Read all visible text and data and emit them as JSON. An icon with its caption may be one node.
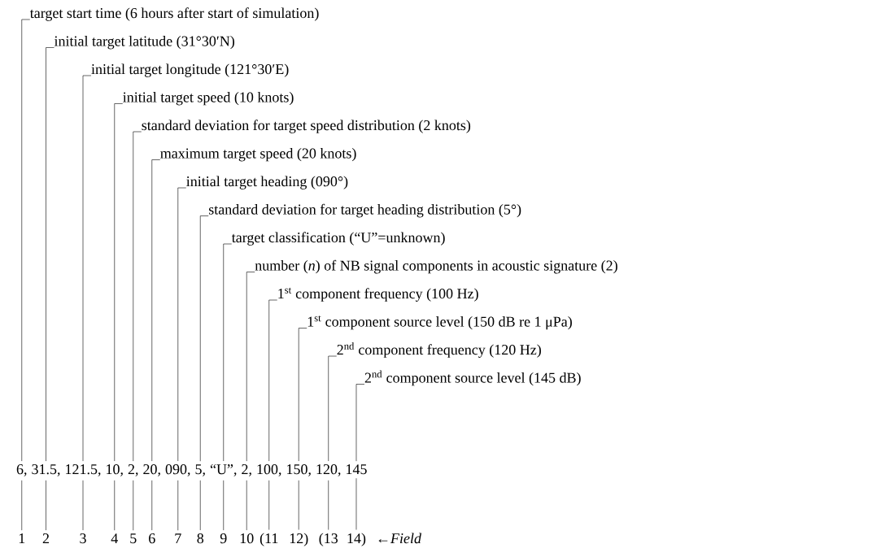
{
  "diagram": {
    "nodes": [
      {
        "text": [
          "target start time (6 hours after start of simulation)"
        ]
      },
      {
        "text": [
          "initial target latitude (31°30′N)"
        ]
      },
      {
        "text": [
          "initial target longitude (121°30′E)"
        ]
      },
      {
        "text": [
          "initial target speed (10 knots)"
        ]
      },
      {
        "text": [
          "standard deviation for target speed distribution (2 knots)"
        ]
      },
      {
        "text": [
          "maximum target speed (20 knots)"
        ]
      },
      {
        "text": [
          "initial target heading (090°)"
        ]
      },
      {
        "text": [
          "standard deviation for target heading distribution (5°)"
        ]
      },
      {
        "text": [
          "target classification (“U”=unknown)"
        ]
      },
      {
        "text": [
          "number (*n*) of NB signal components in acoustic signature (2)"
        ]
      },
      {
        "text": [
          "1$^{st}$ component frequency (100 Hz)"
        ]
      },
      {
        "text": [
          "1$^{st}$ component source level (150 dB re 1 μPa)"
        ]
      },
      {
        "text": [
          "2$^{nd}$ component frequency (120 Hz)"
        ]
      },
      {
        "text": [
          "2$^{nd}$ component source level (145 dB)"
        ]
      },
      {
        "text": [
          "6,"
        ]
      },
      {
        "text": [
          "31.5,"
        ]
      },
      {
        "text": [
          "121.5,"
        ]
      },
      {
        "text": [
          "10,"
        ]
      },
      {
        "text": [
          "2,"
        ]
      },
      {
        "text": [
          "20,"
        ]
      },
      {
        "text": [
          "090,"
        ]
      },
      {
        "text": [
          "5,"
        ]
      },
      {
        "text": [
          "“U”,"
        ]
      },
      {
        "text": [
          "2,"
        ]
      },
      {
        "text": [
          "100,"
        ]
      },
      {
        "text": [
          "150,"
        ]
      },
      {
        "text": [
          "120,"
        ]
      },
      {
        "text": [
          "145"
        ]
      },
      {
        "text": [
          "1"
        ]
      },
      {
        "text": [
          "2"
        ]
      },
      {
        "text": [
          "3"
        ]
      },
      {
        "text": [
          "4"
        ]
      },
      {
        "text": [
          "5"
        ]
      },
      {
        "text": [
          "6"
        ]
      },
      {
        "text": [
          "7"
        ]
      },
      {
        "text": [
          "8"
        ]
      },
      {
        "text": [
          "9"
        ]
      },
      {
        "text": [
          "10"
        ]
      },
      {
        "text": [
          "(11"
        ]
      },
      {
        "text": [
          "12)"
        ]
      },
      {
        "text": [
          "(13"
        ]
      },
      {
        "text": [
          "14)"
        ]
      }
    ],
    "edges": [
      {
        "from": 0,
        "to": 14,
        "arrow": "none"
      },
      {
        "from": 1,
        "to": 15,
        "arrow": "none"
      },
      {
        "from": 2,
        "to": 16,
        "arrow": "none"
      },
      {
        "from": 3,
        "to": 17,
        "arrow": "none"
      },
      {
        "from": 4,
        "to": 18,
        "arrow": "none"
      },
      {
        "from": 5,
        "to": 19,
        "arrow": "none"
      },
      {
        "from": 6,
        "to": 20,
        "arrow": "none"
      },
      {
        "from": 7,
        "to": 21,
        "arrow": "none"
      },
      {
        "from": 8,
        "to": 22,
        "arrow": "none"
      },
      {
        "from": 9,
        "to": 23,
        "arrow": "none"
      },
      {
        "from": 10,
        "to": 24,
        "arrow": "none"
      },
      {
        "from": 11,
        "to": 25,
        "arrow": "none"
      },
      {
        "from": 12,
        "to": 26,
        "arrow": "none"
      },
      {
        "from": 13,
        "to": 27,
        "arrow": "none"
      },
      {
        "from": 14,
        "to": 28,
        "arrow": "none"
      },
      {
        "from": 15,
        "to": 29,
        "arrow": "none"
      },
      {
        "from": 16,
        "to": 30,
        "arrow": "none"
      },
      {
        "from": 17,
        "to": 31,
        "arrow": "none"
      },
      {
        "from": 18,
        "to": 32,
        "arrow": "none"
      },
      {
        "from": 19,
        "to": 33,
        "arrow": "none"
      },
      {
        "from": 20,
        "to": 34,
        "arrow": "none"
      },
      {
        "from": 21,
        "to": 35,
        "arrow": "none"
      },
      {
        "from": 22,
        "to": 36,
        "arrow": "none"
      },
      {
        "from": 23,
        "to": 37,
        "arrow": "none"
      },
      {
        "from": 24,
        "to": 38,
        "arrow": "none"
      },
      {
        "from": 25,
        "to": 39,
        "arrow": "none"
      },
      {
        "from": 26,
        "to": 40,
        "arrow": "none"
      },
      {
        "from": 27,
        "to": 41,
        "arrow": "none"
      }
    ],
    "labels": [
      "←*Field*"
    ]
  }
}
